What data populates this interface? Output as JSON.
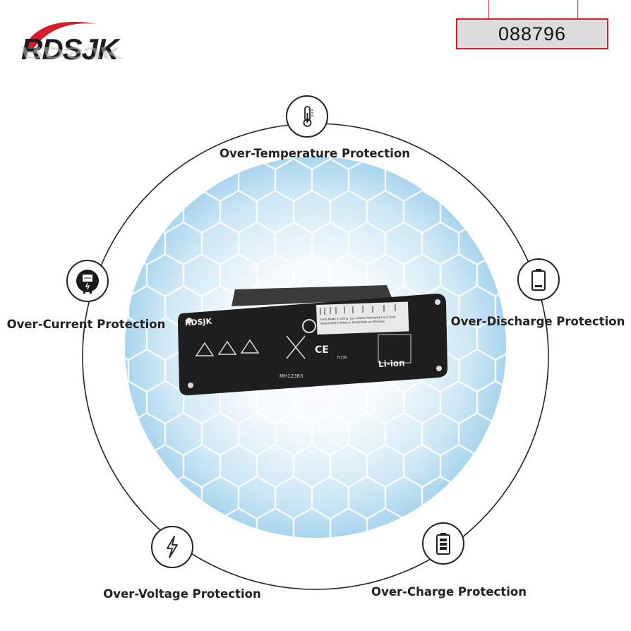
{
  "brand": {
    "logo_text": "RDSJK",
    "accent_color": "#d21f2a"
  },
  "model_number": "088796",
  "features": [
    {
      "label": "Over-Temperature Protection",
      "icon": "thermometer-icon"
    },
    {
      "label": "Over-Current Protection",
      "icon": "current-meter-icon"
    },
    {
      "label": "Over-Discharge Protection",
      "icon": "battery-low-icon"
    },
    {
      "label": "Over-Voltage Protection",
      "icon": "lightning-icon"
    },
    {
      "label": "Over-Charge Protection",
      "icon": "battery-full-icon"
    }
  ],
  "battery": {
    "brand": "RDSJK",
    "type": "Li-ion",
    "cert": "MH12383",
    "label_line1": "Cells Made in China, Les cellules fabriquées au Chine",
    "label_line2": "Assembled in Mexico, Assemblée au Mexique",
    "code": "N136"
  }
}
